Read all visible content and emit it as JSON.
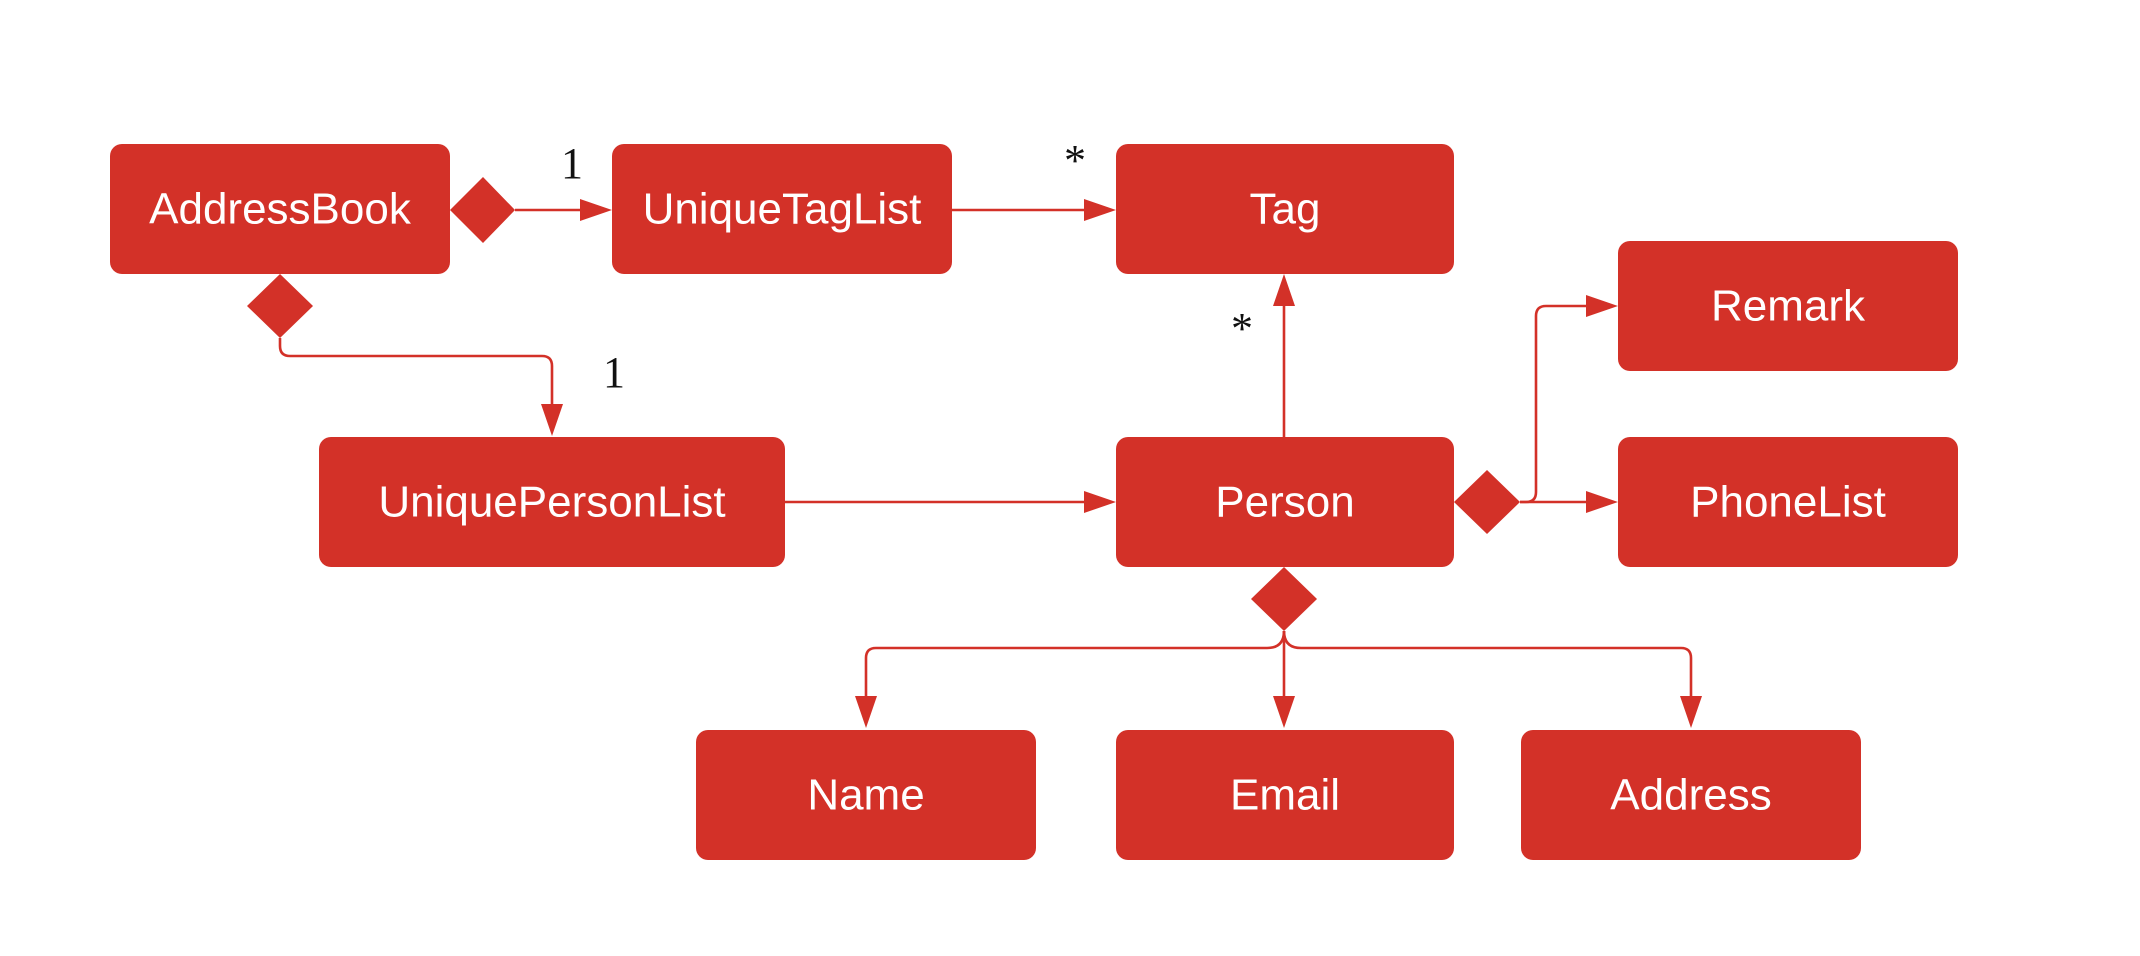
{
  "colors": {
    "node_fill": "#d33128",
    "node_text": "#ffffff",
    "edge": "#d33128",
    "multiplicity_text": "#111111",
    "background": "#ffffff"
  },
  "nodes": {
    "address_book": "AddressBook",
    "unique_tag_list": "UniqueTagList",
    "tag": "Tag",
    "remark": "Remark",
    "unique_person_list": "UniquePersonList",
    "person": "Person",
    "phone_list": "PhoneList",
    "name": "Name",
    "email": "Email",
    "address": "Address"
  },
  "multiplicities": {
    "address_book_to_unique_tag_list": "1",
    "unique_tag_list_to_tag": "*",
    "address_book_to_unique_person_list": "1",
    "person_to_tag": "*"
  },
  "edges": [
    {
      "from": "AddressBook",
      "to": "UniqueTagList",
      "type": "composition"
    },
    {
      "from": "UniqueTagList",
      "to": "Tag",
      "type": "association"
    },
    {
      "from": "AddressBook",
      "to": "UniquePersonList",
      "type": "composition"
    },
    {
      "from": "UniquePersonList",
      "to": "Person",
      "type": "association"
    },
    {
      "from": "Person",
      "to": "Tag",
      "type": "association"
    },
    {
      "from": "Person",
      "to": "Remark",
      "type": "composition"
    },
    {
      "from": "Person",
      "to": "PhoneList",
      "type": "composition"
    },
    {
      "from": "Person",
      "to": "Name",
      "type": "composition"
    },
    {
      "from": "Person",
      "to": "Email",
      "type": "composition"
    },
    {
      "from": "Person",
      "to": "Address",
      "type": "composition"
    }
  ]
}
